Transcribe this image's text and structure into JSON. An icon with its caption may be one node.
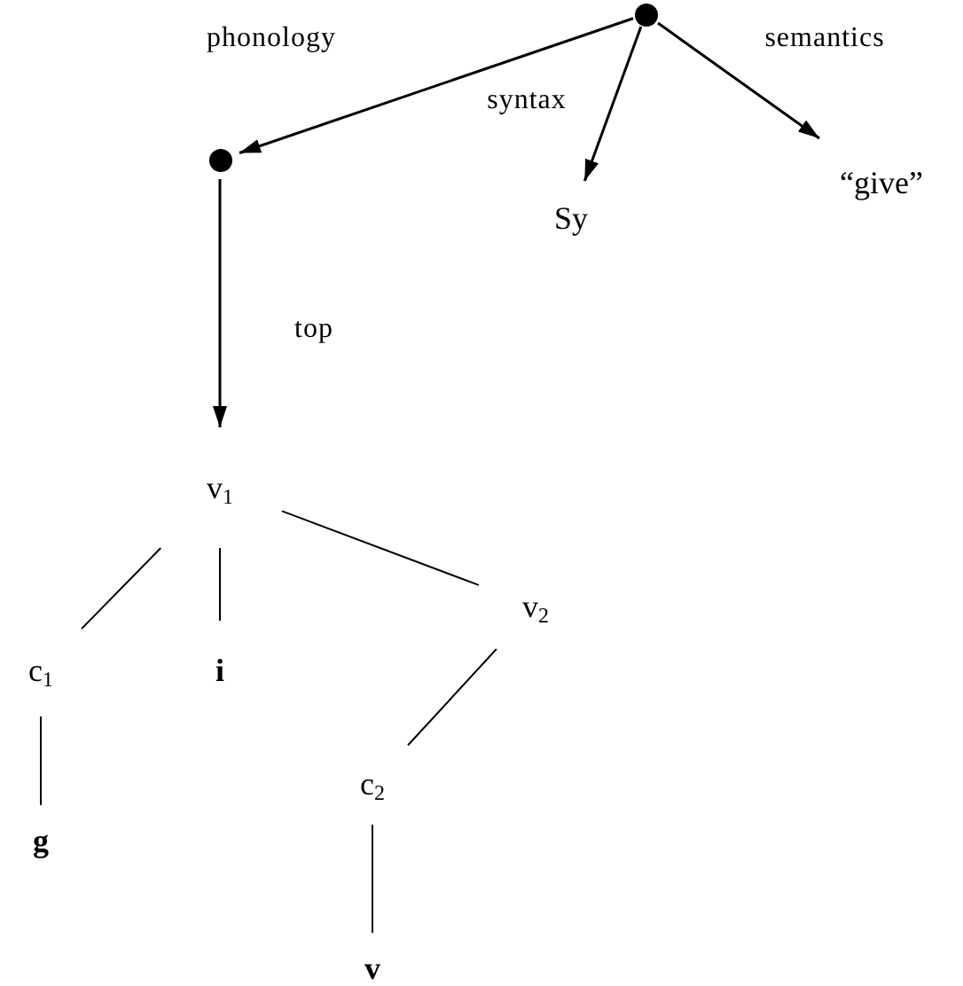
{
  "diagram": {
    "nodes": [
      {
        "text": [],
        "shape": "circle"
      },
      {
        "text": [],
        "shape": "circle"
      },
      {
        "text": [
          "Sy"
        ]
      },
      {
        "text": [
          "“give”"
        ]
      },
      {
        "text": [
          "v$_{1}$"
        ]
      },
      {
        "text": [
          "c$_{1}$"
        ]
      },
      {
        "text": [
          "i"
        ]
      },
      {
        "text": [
          "v$_{2}$"
        ]
      },
      {
        "text": [
          "c$_{2}$"
        ]
      },
      {
        "text": [
          "g"
        ]
      },
      {
        "text": [
          "v"
        ]
      }
    ],
    "edges": [
      {
        "from": 0,
        "to": 1,
        "arrow": "to",
        "label": "phonology"
      },
      {
        "from": 0,
        "to": 2,
        "arrow": "to",
        "label": "syntax"
      },
      {
        "from": 0,
        "to": 3,
        "arrow": "to",
        "label": "semantics"
      },
      {
        "from": 1,
        "to": 4,
        "arrow": "to",
        "label": "top"
      },
      {
        "from": 4,
        "to": 5,
        "arrow": "none"
      },
      {
        "from": 4,
        "to": 6,
        "arrow": "none"
      },
      {
        "from": 4,
        "to": 7,
        "arrow": "none"
      },
      {
        "from": 7,
        "to": 8,
        "arrow": "none"
      },
      {
        "from": 5,
        "to": 9,
        "arrow": "none"
      },
      {
        "from": 8,
        "to": 10,
        "arrow": "none"
      }
    ]
  }
}
